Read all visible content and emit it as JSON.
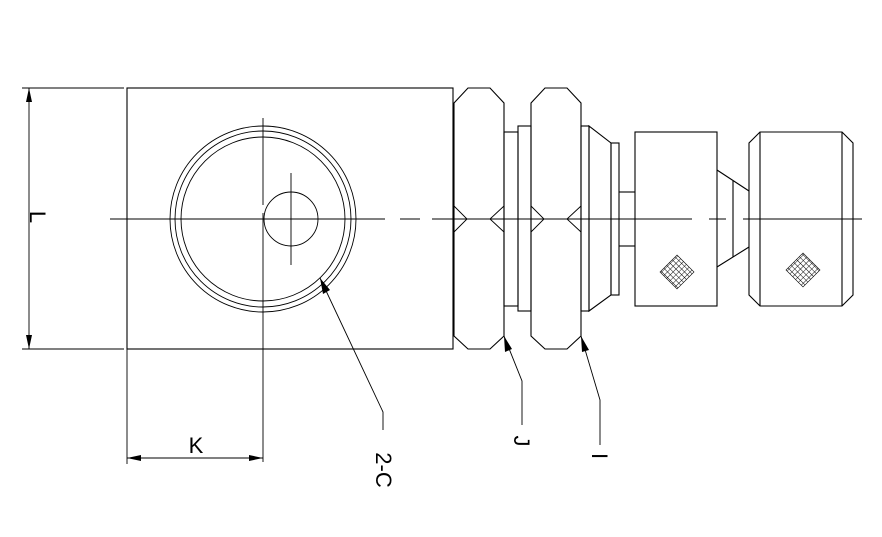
{
  "drawing": {
    "labels": {
      "L": "L",
      "K": "K",
      "C": "2-C",
      "J": "J",
      "I": "I"
    },
    "line_color": "#000000",
    "background": "#ffffff"
  }
}
